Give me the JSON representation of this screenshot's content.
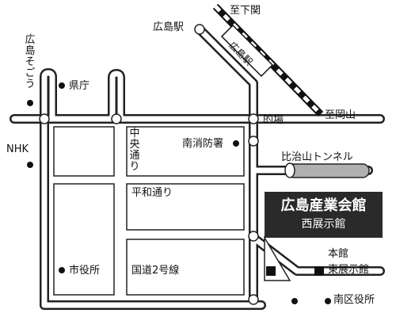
{
  "labels": {
    "hiroshima_station": "広島駅",
    "to_shimonoseki": "至下関",
    "to_okayama": "至岡山",
    "railway_name": "広島駅",
    "hiroshima_sogo": "広島そごう",
    "prefectural_office": "県庁",
    "matoba": "的場",
    "nhk": "NHK",
    "minami_fire_station": "南消防署",
    "chuo_dori": "中央通り",
    "heiwa_dori": "平和通り",
    "hijiyama_tunnel": "比治山トンネル",
    "city_hall": "市役所",
    "route2": "国道2号線",
    "main_hall": "本館",
    "east_hall": "東展示館",
    "minami_ward_office": "南区役所"
  },
  "callout": {
    "title": "広島産業会館",
    "subtitle": "西展示館"
  },
  "colors": {
    "road_outline": "#222222",
    "callout_bg": "#2a2a2a",
    "tunnel_fill": "#b0b0b0",
    "landmark": "#111111"
  }
}
